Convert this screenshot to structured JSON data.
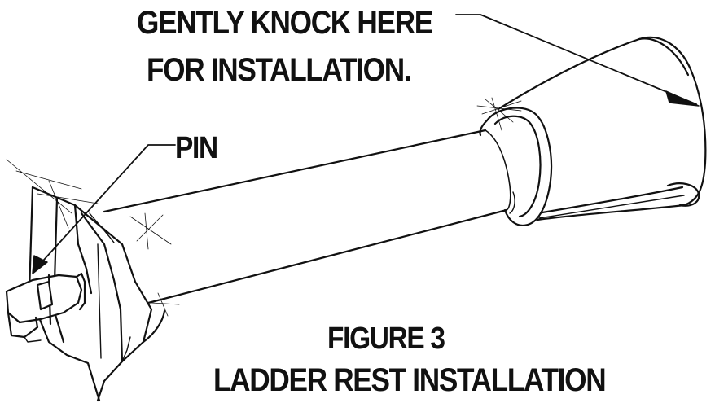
{
  "figure": {
    "callout_knock_line1": "GENTLY KNOCK HERE",
    "callout_knock_line2": "FOR INSTALLATION.",
    "callout_pin": "PIN",
    "title": "FIGURE 3",
    "subtitle": "LADDER REST INSTALLATION"
  },
  "colors": {
    "ink": "#111111",
    "background": "#ffffff"
  }
}
